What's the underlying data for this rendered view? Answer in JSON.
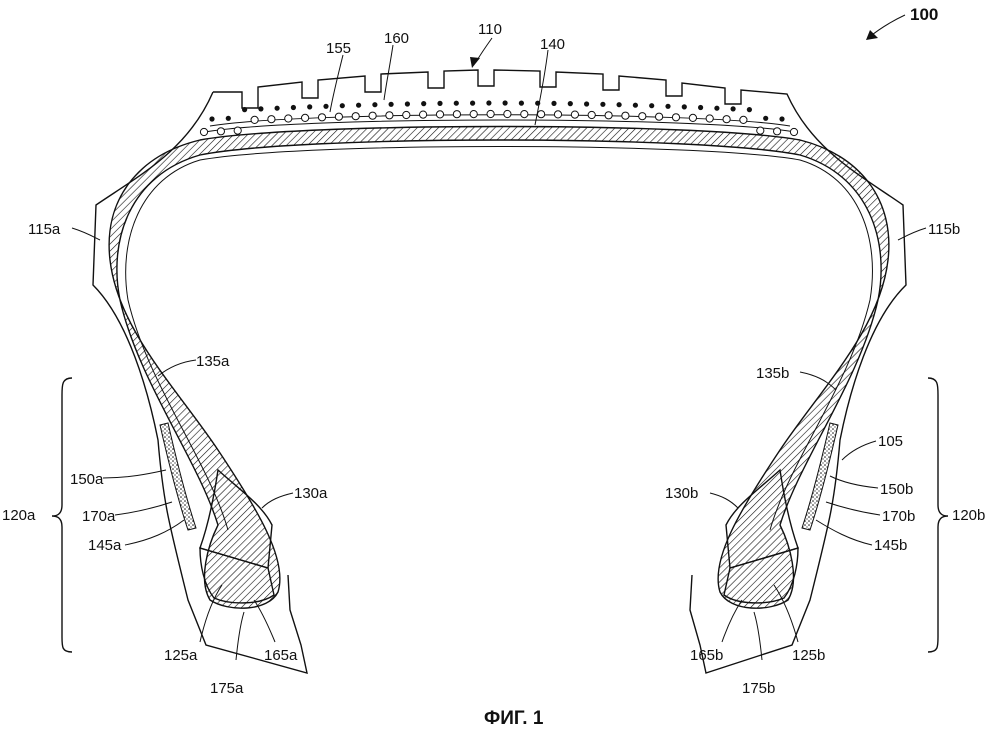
{
  "figure": {
    "caption": "ФИГ. 1",
    "labels": {
      "l100": "100",
      "l110": "110",
      "l105": "105",
      "l115a": "115a",
      "l115b": "115b",
      "l120a": "120a",
      "l120b": "120b",
      "l125a": "125a",
      "l125b": "125b",
      "l130a": "130a",
      "l130b": "130b",
      "l135a": "135a",
      "l135b": "135b",
      "l140": "140",
      "l145a": "145a",
      "l145b": "145b",
      "l150a": "150a",
      "l150b": "150b",
      "l155": "155",
      "l160": "160",
      "l165a": "165a",
      "l165b": "165b",
      "l170a": "170a",
      "l170b": "170b",
      "l175a": "175a",
      "l175b": "175b"
    }
  }
}
